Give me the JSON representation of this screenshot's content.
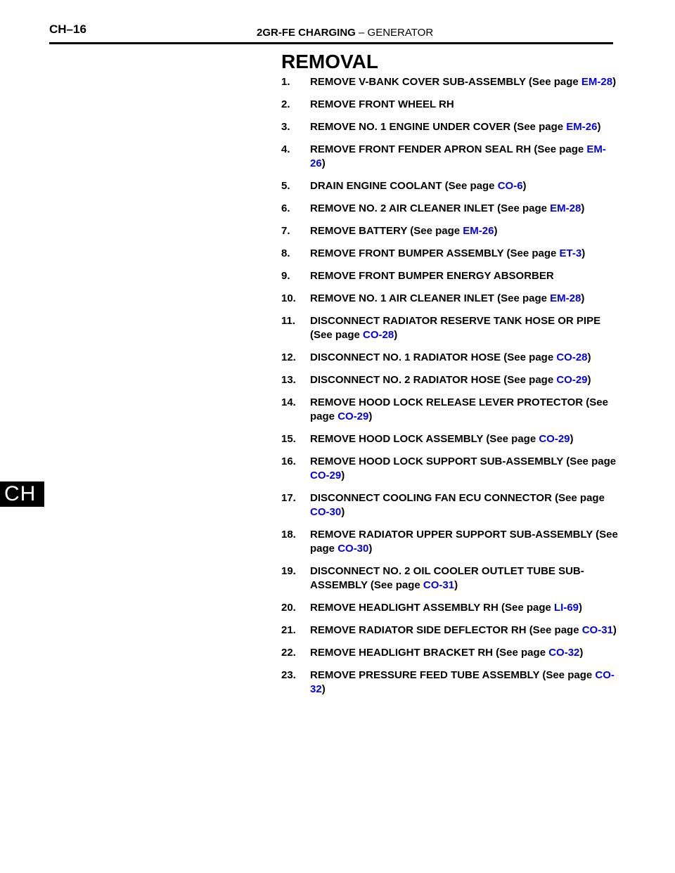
{
  "header": {
    "page_number": "CH–16",
    "title_bold": "2GR-FE CHARGING",
    "title_rest": " – GENERATOR"
  },
  "section_tab": "CH",
  "heading": "REMOVAL",
  "steps": [
    {
      "num": "1.",
      "text": "REMOVE V-BANK COVER SUB-ASSEMBLY (See page ",
      "ref": "EM-28",
      "after": ")"
    },
    {
      "num": "2.",
      "text": "REMOVE FRONT WHEEL RH",
      "ref": "",
      "after": ""
    },
    {
      "num": "3.",
      "text": "REMOVE NO. 1 ENGINE UNDER COVER (See page ",
      "ref": "EM-26",
      "after": ")"
    },
    {
      "num": "4.",
      "text": "REMOVE FRONT FENDER APRON SEAL RH (See page ",
      "ref": "EM-26",
      "after": ")"
    },
    {
      "num": "5.",
      "text": "DRAIN ENGINE COOLANT (See page ",
      "ref": "CO-6",
      "after": ")"
    },
    {
      "num": "6.",
      "text": "REMOVE NO. 2 AIR CLEANER INLET (See page ",
      "ref": "EM-28",
      "after": ")"
    },
    {
      "num": "7.",
      "text": "REMOVE BATTERY (See page ",
      "ref": "EM-26",
      "after": ")"
    },
    {
      "num": "8.",
      "text": "REMOVE FRONT BUMPER ASSEMBLY (See page ",
      "ref": "ET-3",
      "after": ")"
    },
    {
      "num": "9.",
      "text": "REMOVE FRONT BUMPER ENERGY ABSORBER",
      "ref": "",
      "after": ""
    },
    {
      "num": "10.",
      "text": "REMOVE NO. 1 AIR CLEANER INLET (See page ",
      "ref": "EM-28",
      "after": ")"
    },
    {
      "num": "11.",
      "text": "DISCONNECT RADIATOR RESERVE TANK HOSE OR PIPE (See page ",
      "ref": "CO-28",
      "after": ")"
    },
    {
      "num": "12.",
      "text": "DISCONNECT NO. 1 RADIATOR HOSE (See page ",
      "ref": "CO-28",
      "after": ")"
    },
    {
      "num": "13.",
      "text": "DISCONNECT NO. 2 RADIATOR HOSE (See page ",
      "ref": "CO-29",
      "after": ")"
    },
    {
      "num": "14.",
      "text": "REMOVE HOOD LOCK RELEASE LEVER PROTECTOR (See page ",
      "ref": "CO-29",
      "after": ")"
    },
    {
      "num": "15.",
      "text": "REMOVE HOOD LOCK ASSEMBLY (See page ",
      "ref": "CO-29",
      "after": ")"
    },
    {
      "num": "16.",
      "text": "REMOVE HOOD LOCK SUPPORT SUB-ASSEMBLY (See page ",
      "ref": "CO-29",
      "after": ")"
    },
    {
      "num": "17.",
      "text": "DISCONNECT COOLING FAN ECU CONNECTOR (See page ",
      "ref": "CO-30",
      "after": ")"
    },
    {
      "num": "18.",
      "text": "REMOVE RADIATOR UPPER SUPPORT SUB-ASSEMBLY (See page ",
      "ref": "CO-30",
      "after": ")"
    },
    {
      "num": "19.",
      "text": "DISCONNECT NO. 2 OIL COOLER OUTLET TUBE SUB-ASSEMBLY (See page ",
      "ref": "CO-31",
      "after": ")"
    },
    {
      "num": "20.",
      "text": "REMOVE HEADLIGHT ASSEMBLY RH (See page ",
      "ref": "LI-69",
      "after": ")"
    },
    {
      "num": "21.",
      "text": "REMOVE RADIATOR SIDE DEFLECTOR RH (See page ",
      "ref": "CO-31",
      "after": ")"
    },
    {
      "num": "22.",
      "text": "REMOVE HEADLIGHT BRACKET RH (See page ",
      "ref": "CO-32",
      "after": ")"
    },
    {
      "num": "23.",
      "text": "REMOVE PRESSURE FEED TUBE ASSEMBLY (See page ",
      "ref": "CO-32",
      "after": ")"
    }
  ],
  "colors": {
    "link": "#0000ee",
    "text": "#000000",
    "tab_bg": "#000000"
  }
}
